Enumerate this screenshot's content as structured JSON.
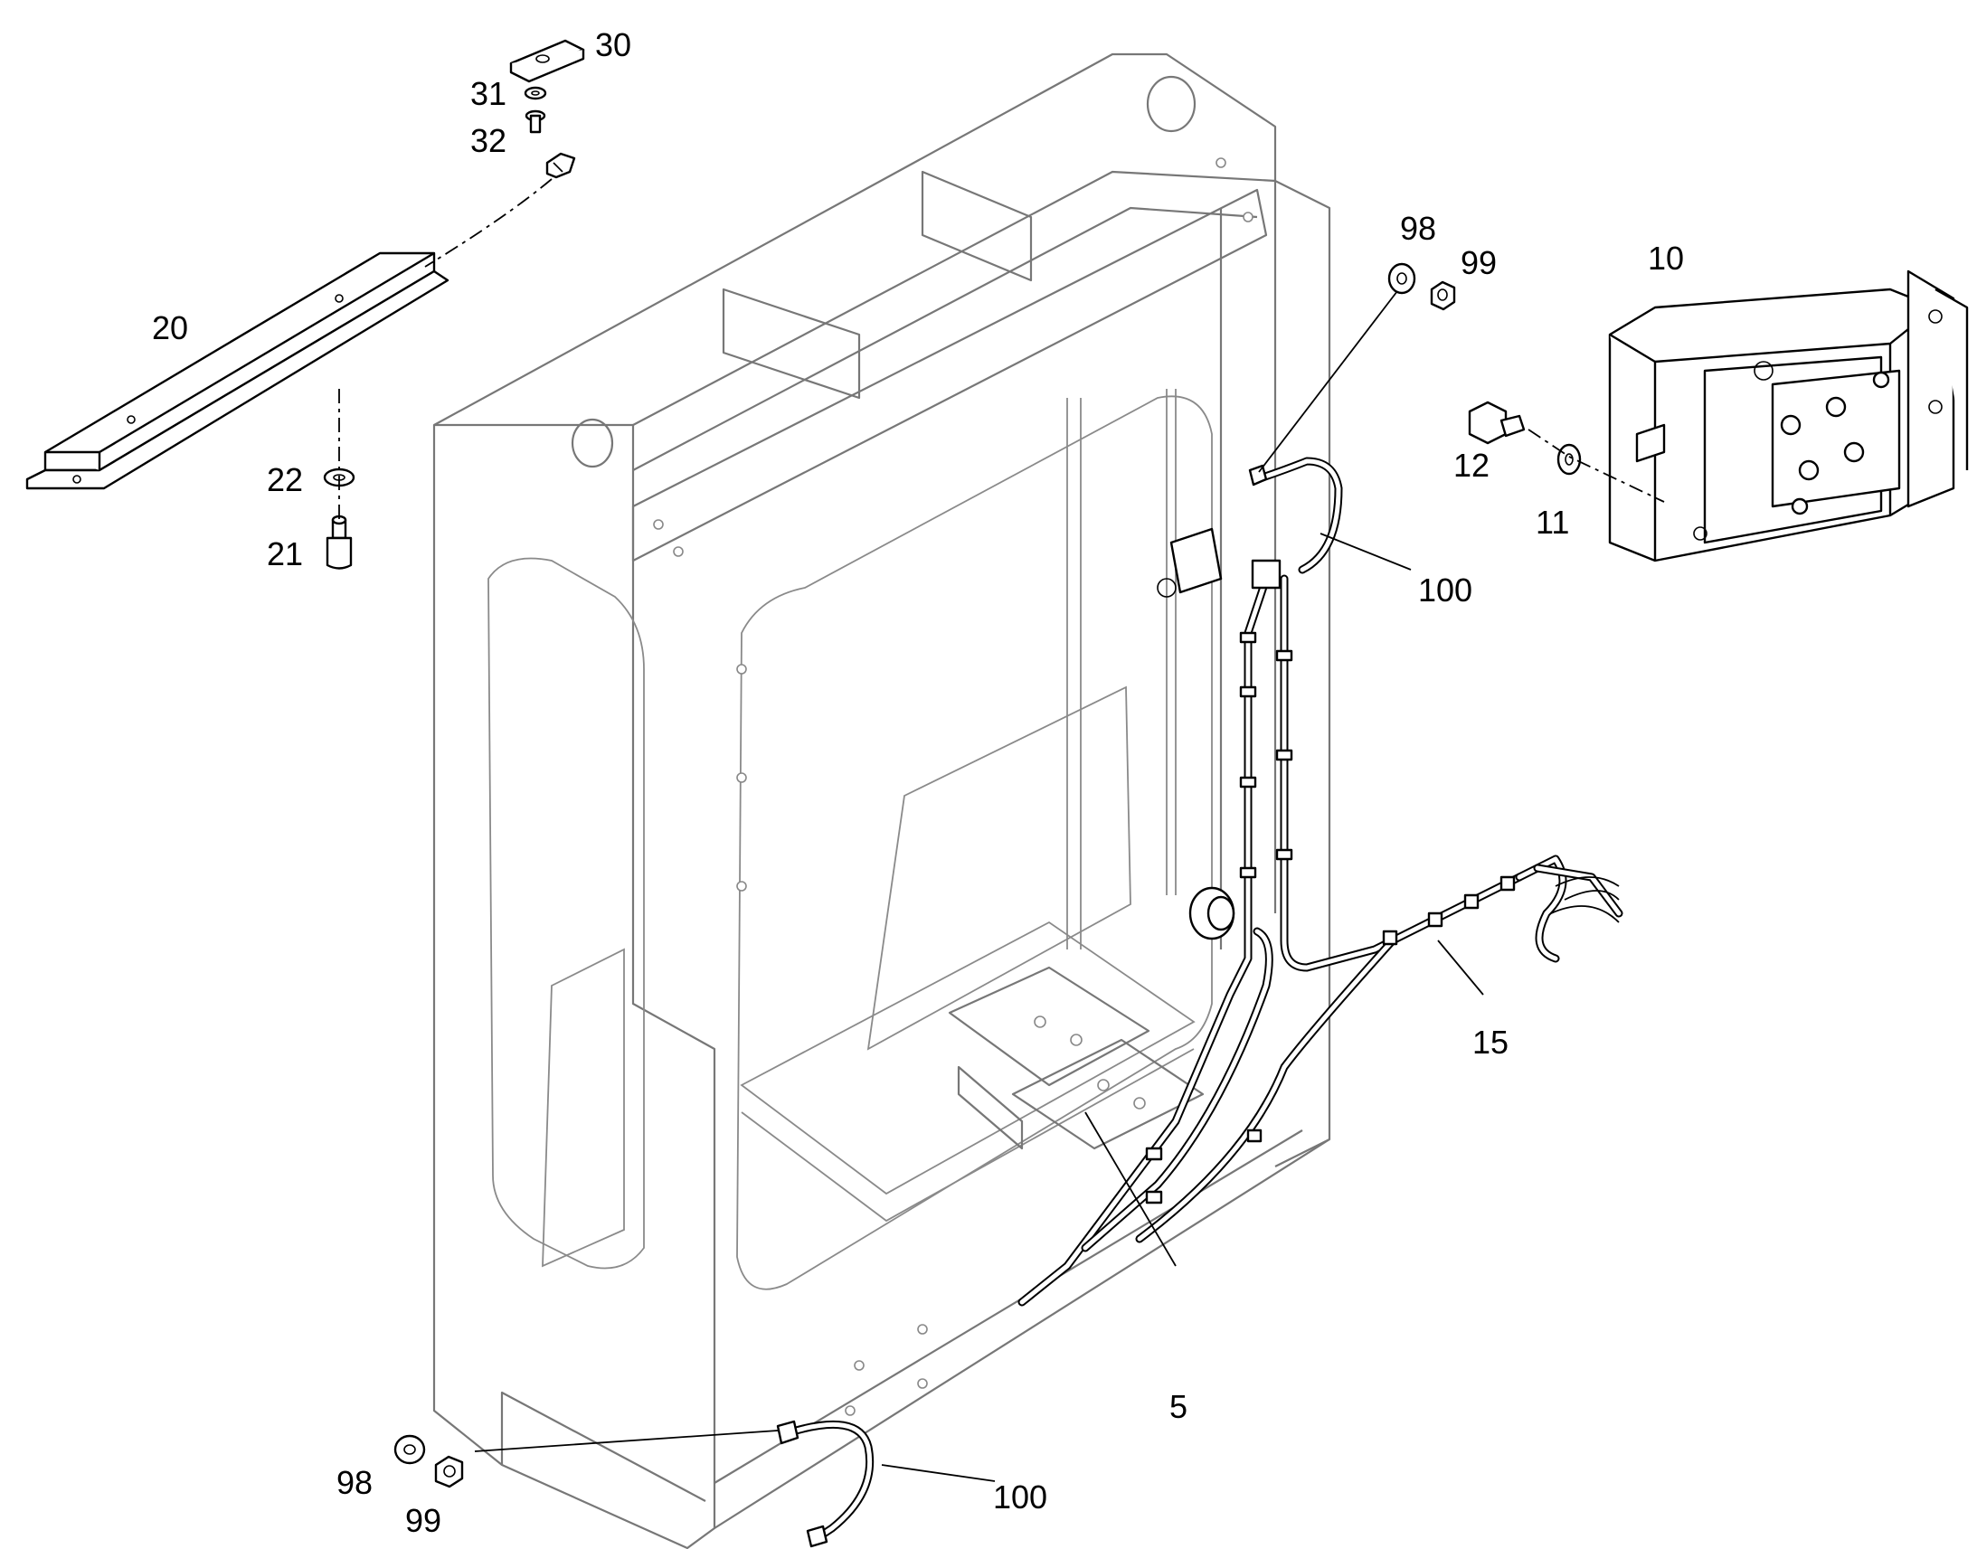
{
  "labels": {
    "l30": "30",
    "l31": "31",
    "l32": "32",
    "l20": "20",
    "l22": "22",
    "l21": "21",
    "l98_top": "98",
    "l99_top": "99",
    "l10": "10",
    "l12": "12",
    "l11": "11",
    "l100_top": "100",
    "l15": "15",
    "l5": "5",
    "l98_bottom": "98",
    "l99_bottom": "99",
    "l100_bottom": "100"
  }
}
